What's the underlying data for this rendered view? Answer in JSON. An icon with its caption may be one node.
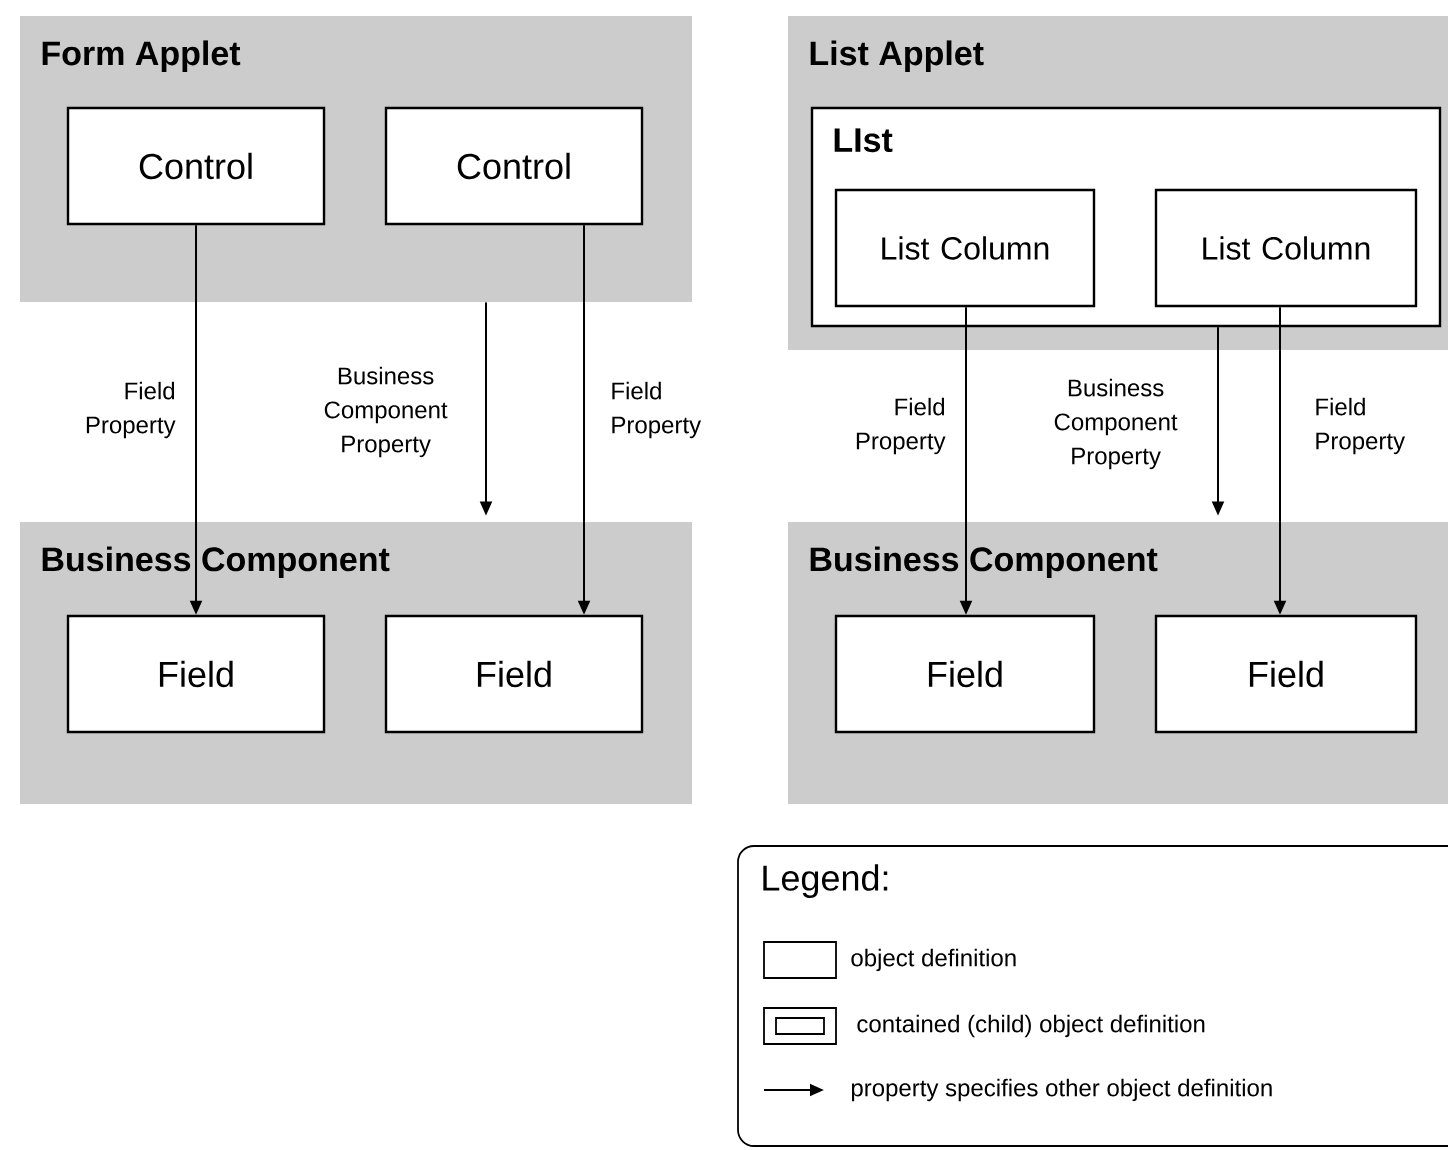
{
  "diagram": {
    "nodes": [
      {
        "text": [
          "Form Applet"
        ]
      },
      {
        "text": [
          "Control"
        ],
        "in": 0
      },
      {
        "text": [
          "Control"
        ],
        "in": 0
      },
      {
        "text": [
          "Business Component"
        ]
      },
      {
        "text": [
          "Field"
        ],
        "in": 3
      },
      {
        "text": [
          "Field"
        ],
        "in": 3
      },
      {
        "text": [
          "List Applet"
        ]
      },
      {
        "text": [
          "LIst"
        ],
        "in": 6
      },
      {
        "text": [
          "List Column"
        ],
        "in": 7
      },
      {
        "text": [
          "List Column"
        ],
        "in": 7
      },
      {
        "text": [
          "Business Component"
        ]
      },
      {
        "text": [
          "Field"
        ],
        "in": 10
      },
      {
        "text": [
          "Field"
        ],
        "in": 10
      }
    ],
    "edges": [
      {
        "from": 1,
        "to": 4,
        "arrow": "to",
        "label": "Field Property"
      },
      {
        "from": 0,
        "to": 3,
        "arrow": "to",
        "label": "Business Component Property"
      },
      {
        "from": 2,
        "to": 5,
        "arrow": "to",
        "label": "Field Property"
      },
      {
        "from": 8,
        "to": 11,
        "arrow": "to",
        "label": "Field Property"
      },
      {
        "from": 7,
        "to": 10,
        "arrow": "to",
        "label": "Business Component Property"
      },
      {
        "from": 9,
        "to": 12,
        "arrow": "to",
        "label": "Field Property"
      }
    ],
    "labels": [
      "Legend:"
    ],
    "legend": [
      {
        "text": "object definition"
      },
      {
        "text": "contained (child) object definition"
      },
      {
        "text": "property specifies other object definition"
      }
    ]
  }
}
